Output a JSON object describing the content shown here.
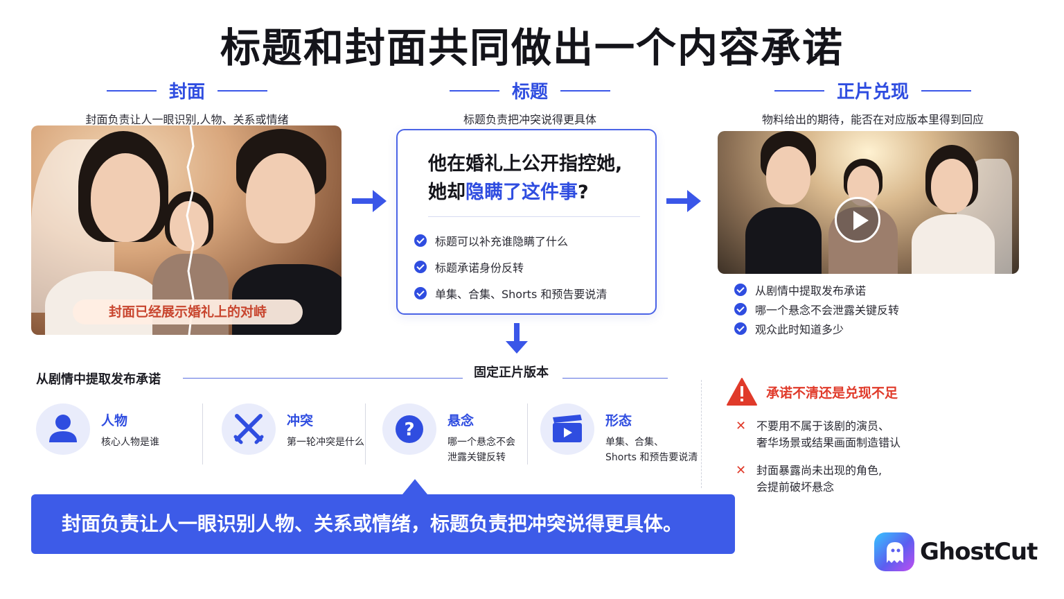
{
  "main_title": "标题和封面共同做出一个内容承诺",
  "columns": {
    "cover": {
      "title": "封面",
      "subtitle": "封面负责让人一眼识别,人物、关系或情绪",
      "overlay": "封面已经展示婚礼上的对峙"
    },
    "title": {
      "title": "标题",
      "subtitle": "标题负责把冲突说得更具体",
      "headline_line1": "他在婚礼上公开指控她,",
      "headline_line2_prefix": "她却",
      "headline_line2_highlight": "隐瞒了这件事",
      "headline_line2_suffix": "?",
      "checks": [
        "标题可以补充谁隐瞒了什么",
        "标题承诺身份反转",
        "单集、合集、Shorts 和预告要说清"
      ]
    },
    "payoff": {
      "title": "正片兑现",
      "subtitle": "物料给出的期待，能否在对应版本里得到回应",
      "checks": [
        "从剧情中提取发布承诺",
        "哪一个悬念不会泄露关键反转",
        "观众此时知道多少"
      ]
    }
  },
  "section": {
    "left_label": "从剧情中提取发布承诺",
    "fixed_label": "固定正片版本"
  },
  "features": [
    {
      "icon": "person-icon",
      "title": "人物",
      "desc": "核心人物是谁"
    },
    {
      "icon": "crossed-swords-icon",
      "title": "冲突",
      "desc": "第一轮冲突是什么"
    },
    {
      "icon": "question-icon",
      "title": "悬念",
      "desc": "哪一个悬念不会\n泄露关键反转"
    },
    {
      "icon": "clapperboard-icon",
      "title": "形态",
      "desc": "单集、合集、\nShorts 和预告要说清"
    }
  ],
  "warning": {
    "title": "承诺不清还是兑现不足",
    "items": [
      "不要用不属于该剧的演员、\n奢华场景或结果画面制造错认",
      "封面暴露尚未出现的角色,\n会提前破坏悬念"
    ]
  },
  "banner": "封面负责让人一眼识别人物、关系或情绪，标题负责把冲突说得更具体。",
  "logo": "GhostCut",
  "colors": {
    "accent": "#2f4de0",
    "banner": "#3d5be8",
    "warning": "#e03a2a"
  }
}
